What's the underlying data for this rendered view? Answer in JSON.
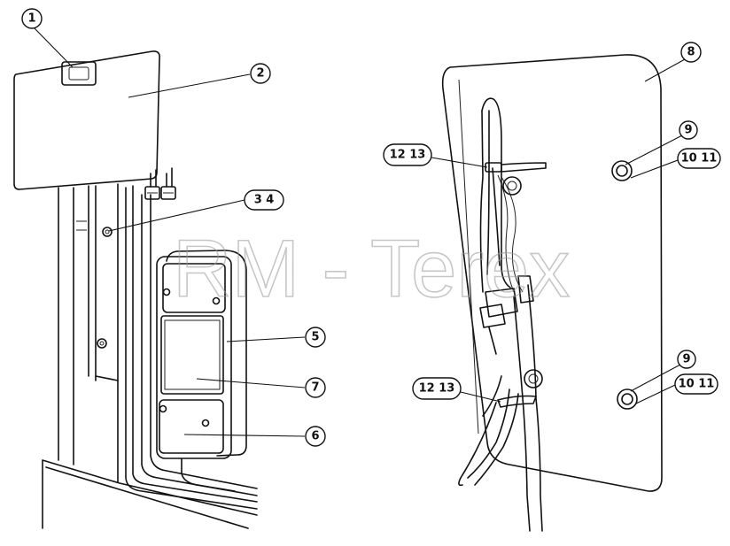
{
  "watermark": "RM - Terex",
  "callouts": {
    "c1": "1",
    "c2": "2",
    "c34": "3 4",
    "c5": "5",
    "c6": "6",
    "c7": "7",
    "c8": "8",
    "c9a": "9",
    "c1011a": "10 11",
    "c9b": "9",
    "c1011b": "10 11",
    "c1213a": "12 13",
    "c1213b": "12 13"
  }
}
